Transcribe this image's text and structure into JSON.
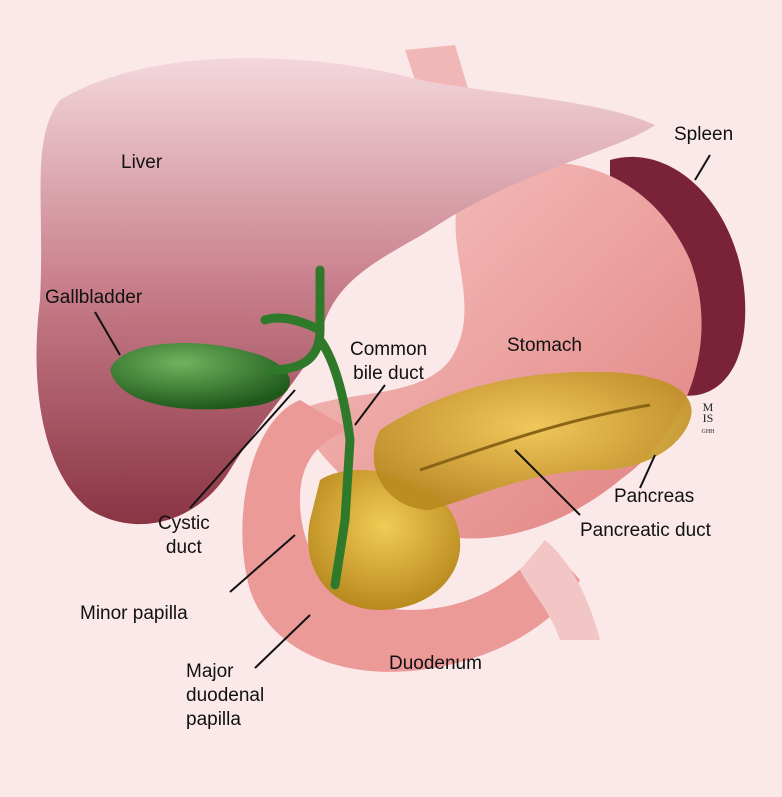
{
  "labels": {
    "liver": "Liver",
    "spleen": "Spleen",
    "gallbladder": "Gallbladder",
    "common_bile_duct": [
      "Common",
      "bile duct"
    ],
    "stomach": "Stomach",
    "cystic_duct": [
      "Cystic",
      "duct"
    ],
    "pancreas": "Pancreas",
    "pancreatic_duct": "Pancreatic duct",
    "minor_papilla": "Minor papilla",
    "major_duodenal_papilla": [
      "Major",
      "duodenal",
      "papilla"
    ],
    "duodenum": "Duodenum"
  },
  "signature": "MIS GHH",
  "colors": {
    "background": "#fbe9ea",
    "liver": "#a84c5a",
    "stomach": "#ec9a98",
    "pancreas": "#d6a634",
    "gallbladder": "#2f7a2a",
    "spleen": "#7a2238"
  }
}
